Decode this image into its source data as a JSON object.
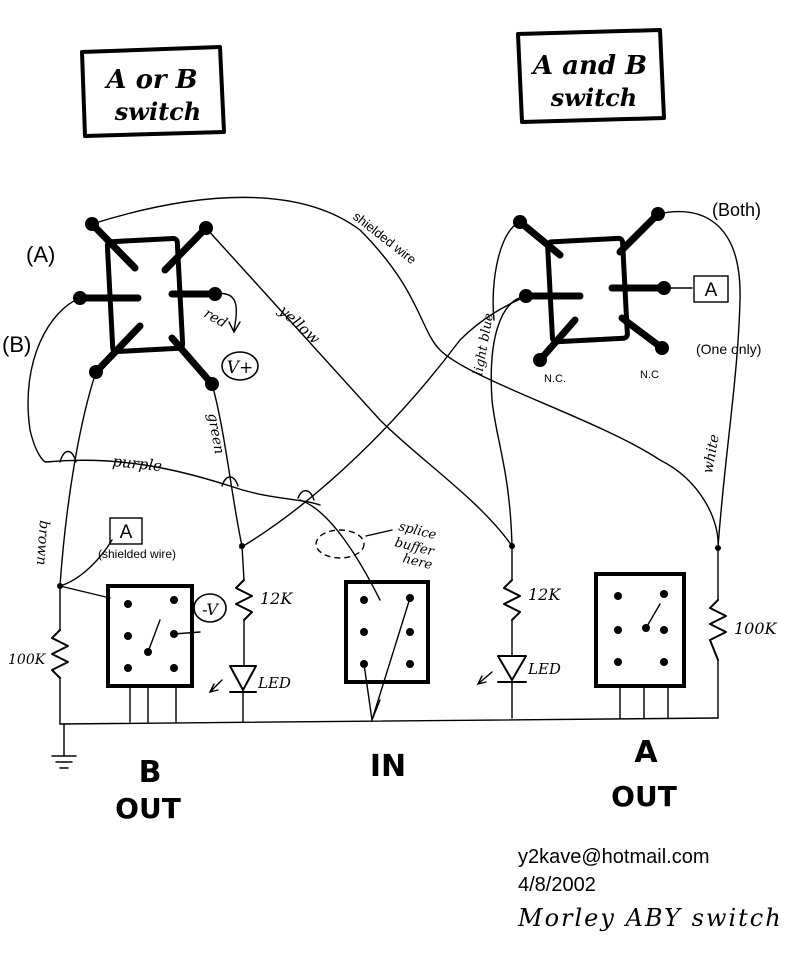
{
  "titles": {
    "a_or_b_line1": "A or B",
    "a_or_b_line2": "switch",
    "a_and_b_line1": "A and B",
    "a_and_b_line2": "switch"
  },
  "labels": {
    "a_terminal": "(A)",
    "b_terminal": "(B)",
    "both": "(Both)",
    "one_only": "(One only)",
    "box_a_right": "A",
    "box_a_left": "A",
    "vplus": "V+",
    "vminus": "-V",
    "nc_left": "N.C.",
    "nc_right": "N.C",
    "shielded_wire_top": "shielded wire",
    "shielded_wire_left": "(shielded wire)",
    "splice_line1": "splice",
    "splice_line2": "buffer",
    "splice_line3": "here"
  },
  "wires": {
    "red": "red",
    "yellow": "yellow",
    "green": "green",
    "purple": "purple",
    "brown": "brown",
    "light_blue": "light blue",
    "white": "white"
  },
  "components": {
    "r_12k_left": "12K",
    "r_12k_right": "12K",
    "r_100k_left": "100K",
    "r_100k_right": "100K",
    "led_left": "LED",
    "led_right": "LED"
  },
  "jacks": {
    "b_out_line1": "B",
    "b_out_line2": "OUT",
    "in": "IN",
    "a_out_line1": "A",
    "a_out_line2": "OUT"
  },
  "footer": {
    "email": "y2kave@hotmail.com",
    "date": "4/8/2002",
    "title": "Morley ABY switch"
  }
}
